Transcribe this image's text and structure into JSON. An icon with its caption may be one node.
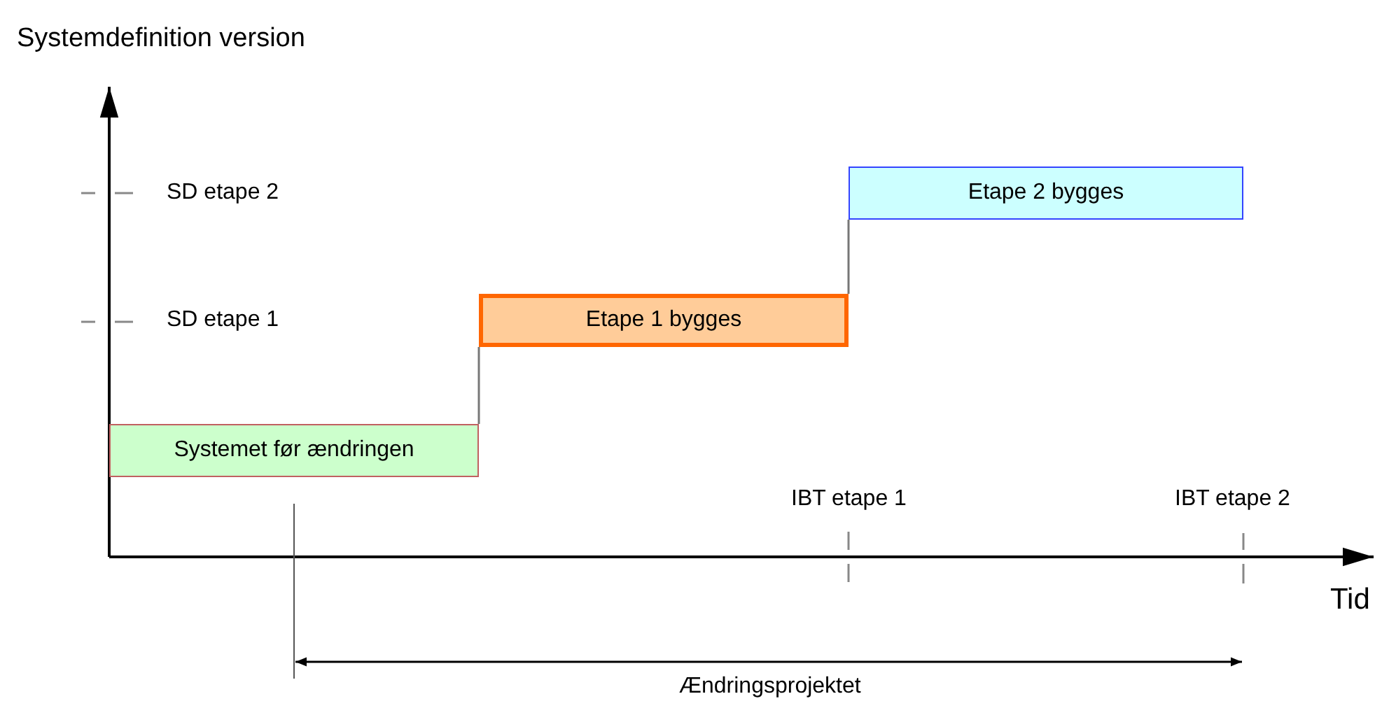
{
  "diagram": {
    "nodes": [
      {
        "text": [
          "Systemet før ændringen"
        ]
      },
      {
        "text": [
          "Etape 1 bygges"
        ]
      },
      {
        "text": [
          "Etape 2 bygges"
        ]
      }
    ],
    "edges": [
      {
        "from": 0,
        "to": 1,
        "arrow": "none"
      },
      {
        "from": 1,
        "to": 2,
        "arrow": "none"
      }
    ],
    "labels": [
      "Systemdefinition version",
      "SD etape 2",
      "SD etape 1",
      "IBT etape 1",
      "IBT etape 2",
      "Tid",
      "Ændringsprojektet"
    ]
  }
}
